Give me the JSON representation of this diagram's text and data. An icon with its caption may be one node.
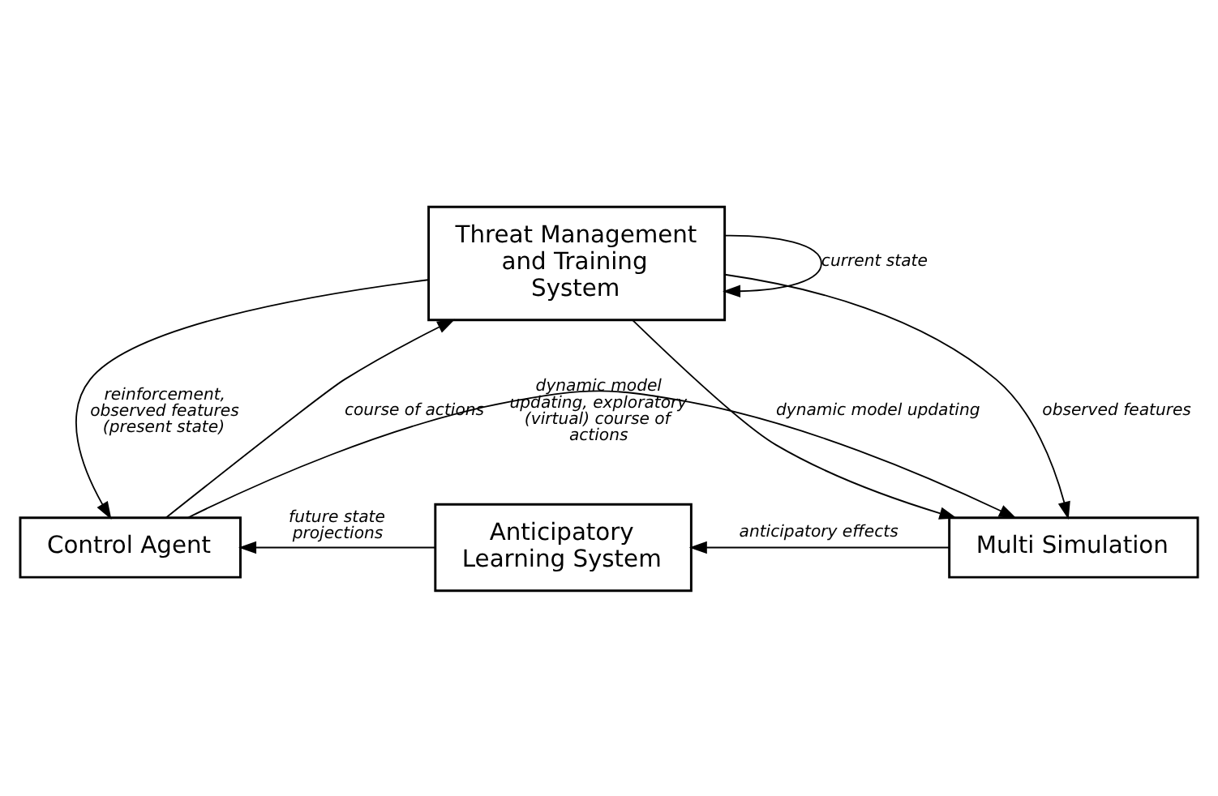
{
  "diagram": {
    "nodes": [
      {
        "text": [
          "Threat Management and Training System"
        ]
      },
      {
        "text": [
          "Control Agent"
        ]
      },
      {
        "text": [
          "Anticipatory Learning System"
        ]
      },
      {
        "text": [
          "Multi Simulation"
        ]
      }
    ],
    "edges": [
      {
        "from": 0,
        "to": 0,
        "arrow": "to",
        "label": "current state"
      },
      {
        "from": 0,
        "to": 1,
        "arrow": "to",
        "label": "reinforcement, observed features (present state)"
      },
      {
        "from": 1,
        "to": 0,
        "arrow": "to",
        "label": "course of actions"
      },
      {
        "from": 0,
        "to": 3,
        "arrow": "to",
        "label": "dynamic model updating"
      },
      {
        "from": 0,
        "to": 3,
        "arrow": "to",
        "label": "observed features"
      },
      {
        "from": 3,
        "to": 2,
        "arrow": "to",
        "label": "anticipatory effects"
      },
      {
        "from": 2,
        "to": 1,
        "arrow": "to",
        "label": "future state projections"
      },
      {
        "from": 1,
        "to": 3,
        "arrow": "to",
        "label": "dynamic model updating, exploratory (virtual) course of actions"
      }
    ]
  }
}
